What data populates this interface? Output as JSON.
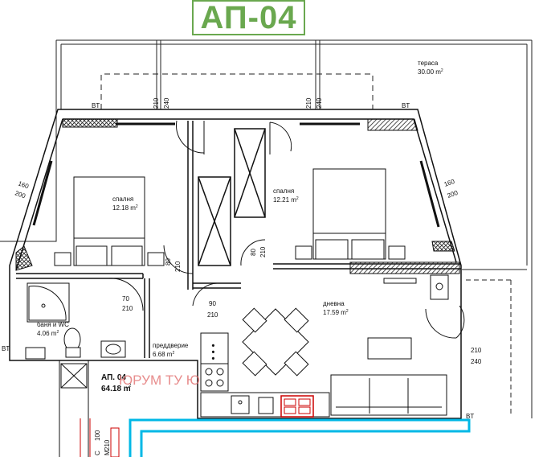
{
  "title": "АП-04",
  "watermark": "ЮРУМ ТУ Ю",
  "apartment": {
    "name": "АП. 04",
    "area": "64.18 m",
    "area_sup": "2"
  },
  "rooms": {
    "terrace": {
      "name": "тераса",
      "area": "30.00 m",
      "sup": "2"
    },
    "bedroom_left": {
      "name": "спалня",
      "area": "12.18 m",
      "sup": "2"
    },
    "bedroom_right": {
      "name": "спалня",
      "area": "12.21 m",
      "sup": "2"
    },
    "living": {
      "name": "дневна",
      "area": "17.59 m",
      "sup": "2"
    },
    "bath": {
      "name": "баня и WC",
      "area": "4.06 m",
      "sup": "2"
    },
    "hall": {
      "name": "преддверие",
      "area": "6.68 m",
      "sup": "2"
    }
  },
  "dimensions": {
    "d210_a": "210",
    "d240_a": "240",
    "d210_b": "210",
    "d240_b": "240",
    "d160_l": "160",
    "d200_l": "200",
    "d160_r": "160",
    "d200_r": "200",
    "d80_a": "80",
    "d210_c": "210",
    "d80_b": "80",
    "d210_d": "210",
    "d70": "70",
    "d210_e": "210",
    "d90": "90",
    "d210_f": "210",
    "d210_g": "210",
    "d240_g": "240",
    "d100": "100",
    "d210_h": "210",
    "c_label": "C",
    "m_label": "M"
  },
  "markers": {
    "bt1": "BT",
    "bt2": "BT",
    "bt3": "BT",
    "bt4": "BT"
  },
  "colors": {
    "title_green": "#6aa84f",
    "watermark": "#e06666",
    "boundary_cyan": "#00b8e6",
    "stair_red": "#cc0000"
  }
}
